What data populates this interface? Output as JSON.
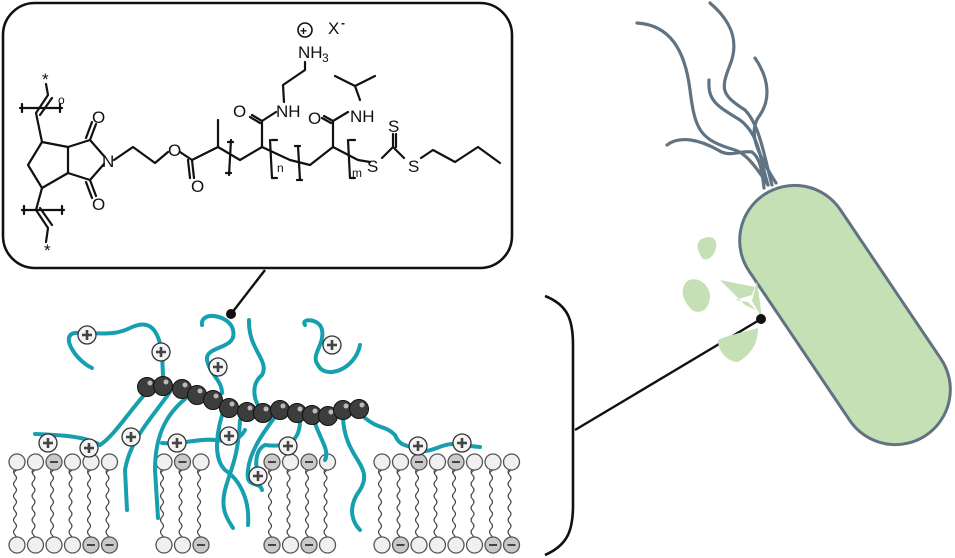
{
  "structure": {
    "star_top": "*",
    "star_bottom": "*",
    "subscript_o": "o",
    "imide_o_top": "O",
    "imide_o_bottom": "O",
    "imide_n": "N",
    "ester_o": "O",
    "ester_carbonyl_o": "O",
    "amide1_o": "O",
    "amide1_nh": "NH",
    "ammonium": "NH",
    "ammonium_sub": "3",
    "charge_plus": "+",
    "counterion": "X",
    "counterion_charge": "-",
    "repeat_n": "n",
    "amide2_o": "O",
    "amide2_nh": "NH",
    "repeat_m": "m",
    "sulfur_1": "S",
    "sulfur_thione": "S",
    "sulfur_2": "S"
  },
  "colors": {
    "polymer_chain": "#169fae",
    "backbone": "#3d3d3d",
    "bacterium_fill": "#c4e0b4",
    "bacterium_outline": "#5f7383",
    "negative_head": "#c9c9c9"
  }
}
